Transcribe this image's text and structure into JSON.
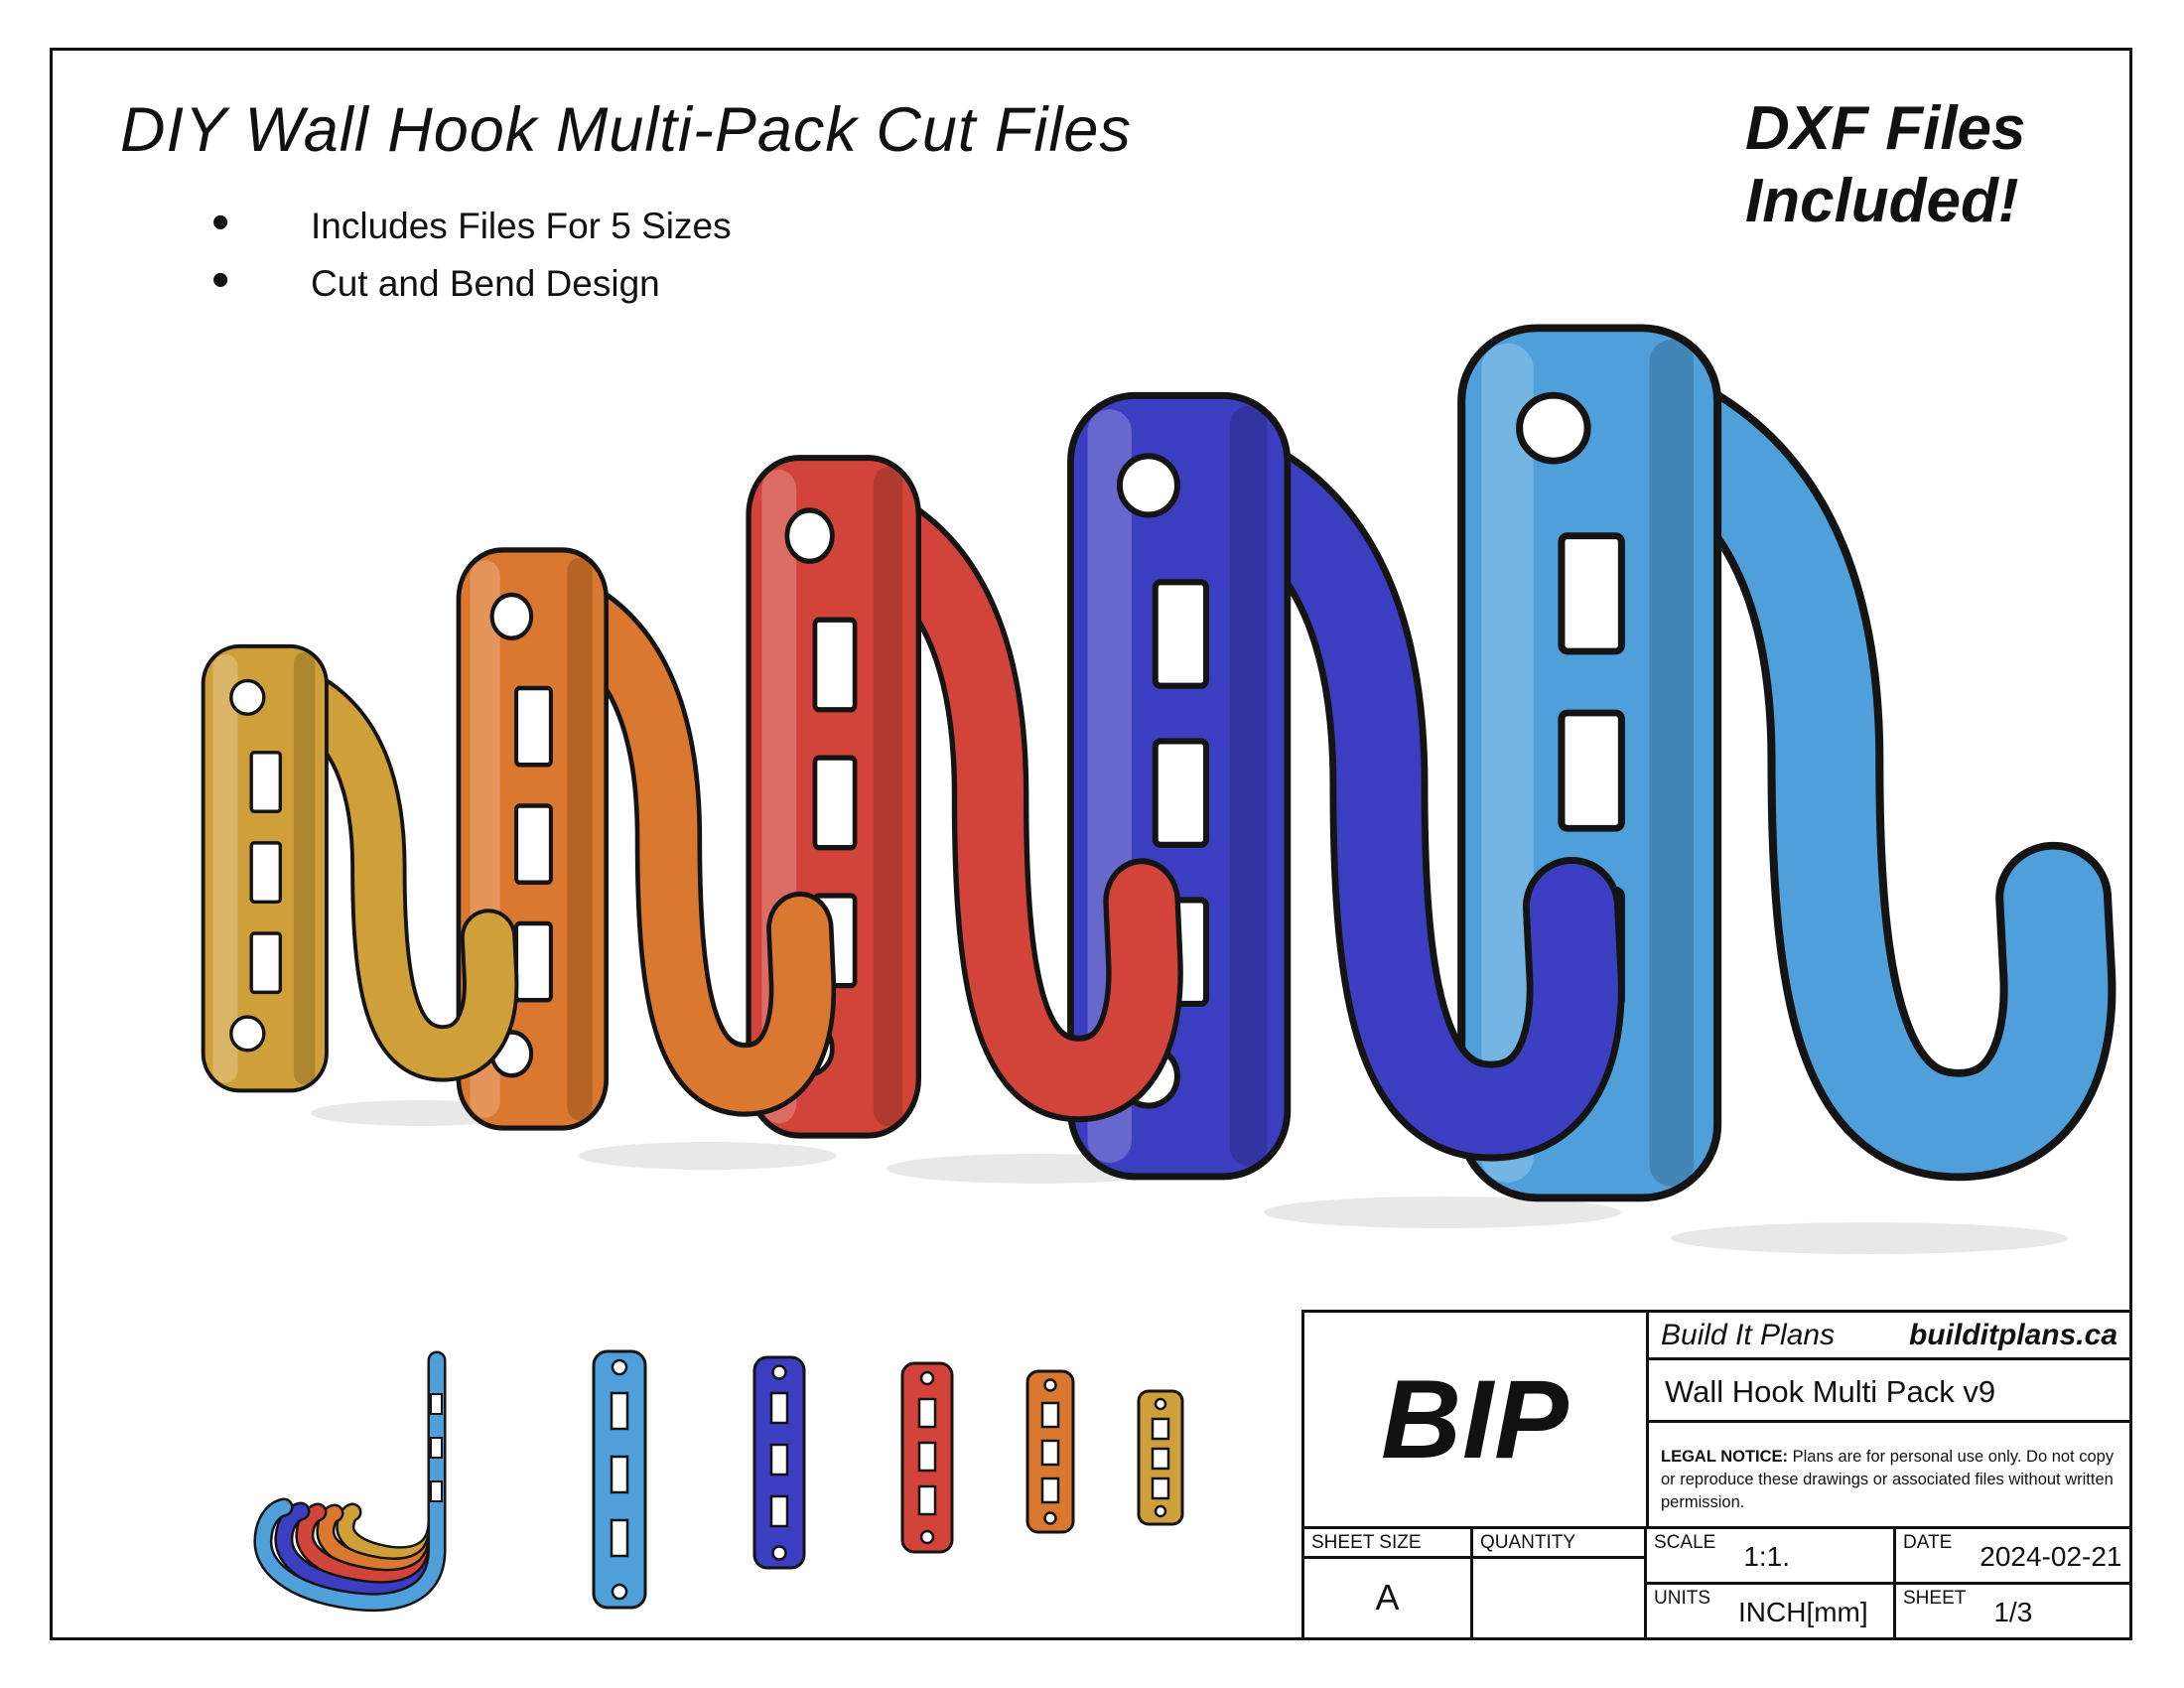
{
  "sheet": {
    "title": "DIY Wall Hook Multi-Pack Cut Files",
    "bullets": [
      "Includes Files For 5 Sizes",
      "Cut and Bend Design"
    ],
    "badge": {
      "line1": "DXF Files",
      "line2": "Included!"
    }
  },
  "hooks": {
    "items": [
      {
        "name": "gold",
        "hex": "#CFA03A"
      },
      {
        "name": "orange",
        "hex": "#DB782F"
      },
      {
        "name": "red",
        "hex": "#D2443A"
      },
      {
        "name": "royal-blue",
        "hex": "#3B3EC0"
      },
      {
        "name": "sky-blue",
        "hex": "#4F9FDB"
      }
    ]
  },
  "title_block": {
    "logo": "BIP",
    "company": "Build It Plans",
    "website": "builditplans.ca",
    "drawing_title": "Wall Hook Multi Pack v9",
    "legal_label": "LEGAL NOTICE:",
    "legal_text": " Plans are for personal use only. Do not copy or reproduce these drawings or associated files without written permission.",
    "sheet_size": {
      "label": "SHEET SIZE",
      "value": "A"
    },
    "quantity": {
      "label": "QUANTITY",
      "value": ""
    },
    "scale": {
      "label": "SCALE",
      "value": "1:1."
    },
    "date": {
      "label": "DATE",
      "value": "2024-02-21"
    },
    "units": {
      "label": "UNITS",
      "value": "INCH[mm]"
    },
    "sheet": {
      "label": "SHEET",
      "value": "1/3"
    }
  }
}
